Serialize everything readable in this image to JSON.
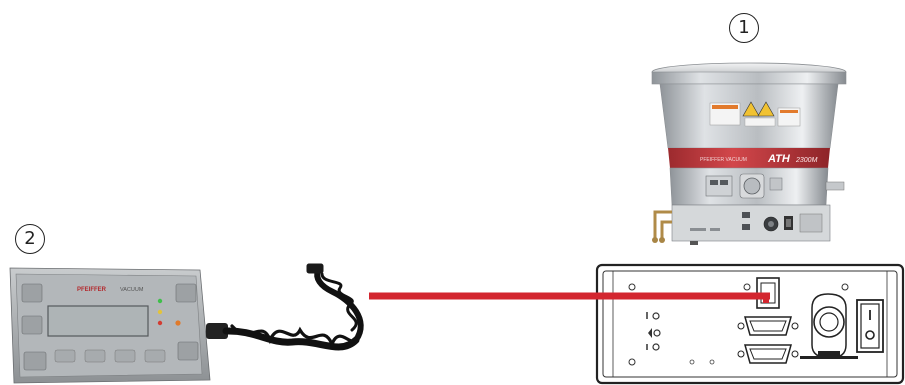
{
  "callouts": {
    "pump": "1",
    "controller": "2"
  },
  "pump": {
    "name_text": "ATH",
    "model_text": "2300M",
    "brand_text": "PFEIFFER VACUUM"
  },
  "controller": {
    "brand_text": "PFEIFFER",
    "logo_text": "VACUUM"
  },
  "colors": {
    "connection_line": "#d3262f",
    "pump_band": "#c83a3e",
    "panel_outline": "#222222"
  }
}
